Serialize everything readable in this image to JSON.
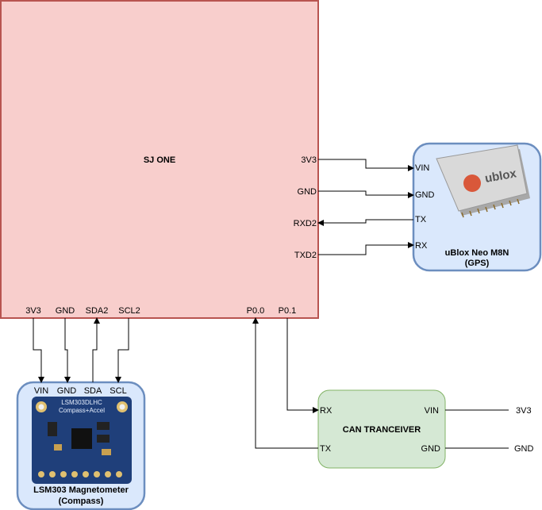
{
  "colors": {
    "sjone_fill": "#f8cecc",
    "sjone_stroke": "#b85450",
    "module_fill": "#dae8fc",
    "module_stroke": "#6c8ebf",
    "can_fill": "#d5e8d4",
    "can_stroke": "#82b366",
    "pcb_blue": "#1f3f7a",
    "gps_chip": "#cfcfcf"
  },
  "sjone": {
    "title": "SJ ONE",
    "pins_right": [
      "3V3",
      "GND",
      "RXD2",
      "TXD2"
    ],
    "pins_bottom_left": [
      "3V3",
      "GND",
      "SDA2",
      "SCL2"
    ],
    "pins_bottom_right": [
      "P0.0",
      "P0.1"
    ]
  },
  "gps": {
    "pins": [
      "VIN",
      "GND",
      "TX",
      "RX"
    ],
    "title_line1": "uBlox Neo M8N",
    "title_line2": "(GPS)",
    "chip_logo": "ublox"
  },
  "compass": {
    "pins": [
      "VIN",
      "GND",
      "SDA",
      "SCL"
    ],
    "title_line1": "LSM303 Magnetometer",
    "title_line2": "(Compass)",
    "board_text_1": "LSM303DLHC",
    "board_text_2": "Compass+Accel"
  },
  "can": {
    "title": "CAN TRANCEIVER",
    "pins_left": [
      "RX",
      "TX"
    ],
    "pins_right": [
      "VIN",
      "GND"
    ],
    "ext_vin": "3V3",
    "ext_gnd": "GND"
  }
}
